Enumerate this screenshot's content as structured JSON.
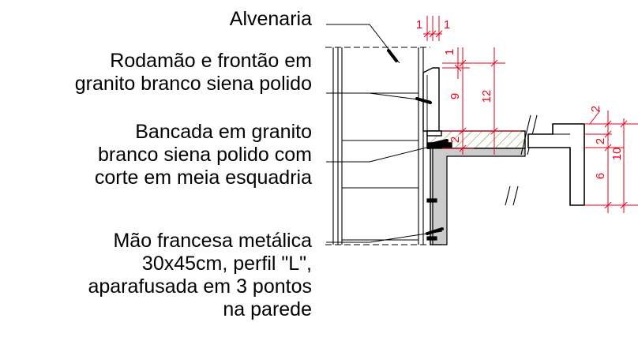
{
  "labels": {
    "alvenaria": "Alvenaria",
    "rodamao": [
      "Rodamão  e frontão em",
      "granito branco siena polido"
    ],
    "bancada": [
      "Bancada em granito",
      "branco siena polido com",
      "corte em meia esquadria"
    ],
    "mao_francesa": [
      "Mão francesa metálica",
      "30x45cm, perfil \"L\",",
      "aparafusada em 3 pontos",
      "na parede"
    ]
  },
  "dimensions": {
    "d1_left": "1",
    "d1_right": "1",
    "d1_vertical": "1",
    "d9": "9",
    "d12": "12",
    "d2_left": "2",
    "d2_right_top": "2",
    "d2_right": "2",
    "d10": "10",
    "d6": "6"
  },
  "colors": {
    "ink": "#000000",
    "dimension": "#e8001c",
    "hatch": "#8a8a2a",
    "fill": "#cccccc"
  }
}
